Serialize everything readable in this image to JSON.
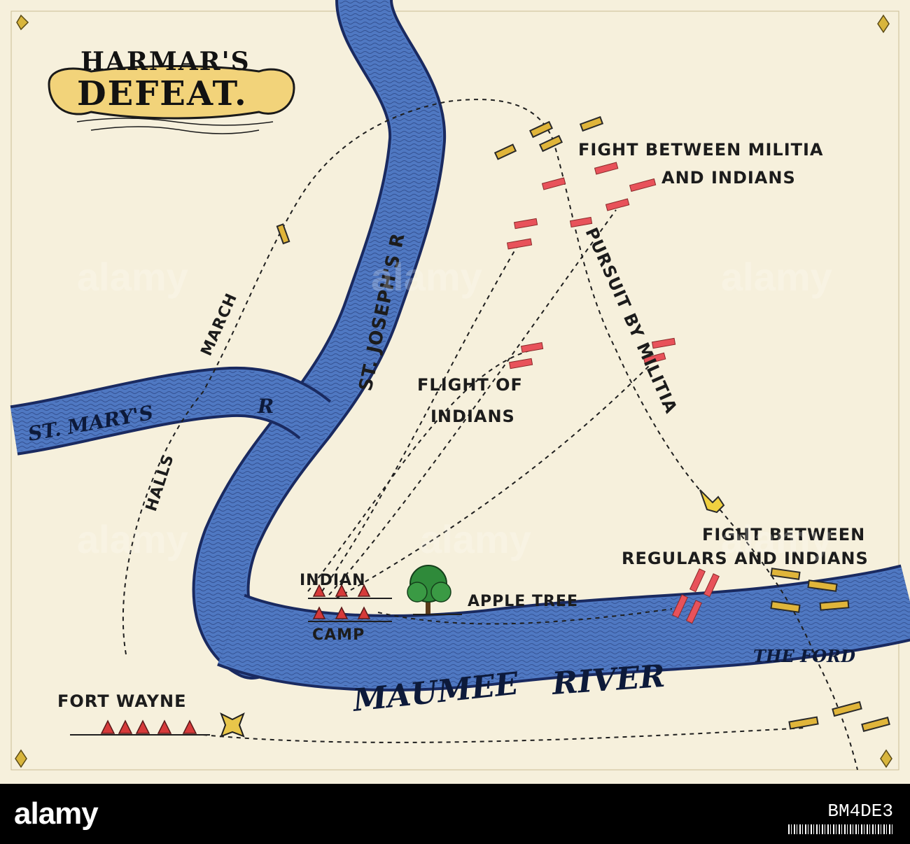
{
  "title": {
    "line1": "HARMAR'S",
    "line2": "DEFEAT."
  },
  "labels": {
    "st_josephs": "ST. JOSEPH'S R",
    "st_marys": "ST. MARY'S",
    "st_marys_r": "R",
    "halls_march_1": "MARCH",
    "halls_march_2": "HALLS",
    "fight_militia_1": "FIGHT BETWEEN MILITIA",
    "fight_militia_2": "AND INDIANS",
    "pursuit": "PURSUIT BY MILITIA",
    "flight_1": "FLIGHT  OF",
    "flight_2": "INDIANS",
    "fight_regulars_1": "FIGHT BETWEEN",
    "fight_regulars_2": "REGULARS AND INDIANS",
    "indian": "INDIAN",
    "camp": "CAMP",
    "apple_tree": "APPLE TREE",
    "the_ford": "THE FORD",
    "maumee": "MAUMEE",
    "river": "RIVER",
    "fort_wayne": "FORT WAYNE"
  },
  "watermark": {
    "text": "alamy"
  },
  "footer": {
    "brand": "alamy",
    "image_id": "BM4DE3"
  },
  "colors": {
    "paper": "#f6f0dc",
    "river": "#4f78c2",
    "militia": "#e0b53a",
    "indians": "#e8525a",
    "tent": "#d63a3a",
    "tree": "#2f8a3a",
    "strip": "#000000"
  }
}
